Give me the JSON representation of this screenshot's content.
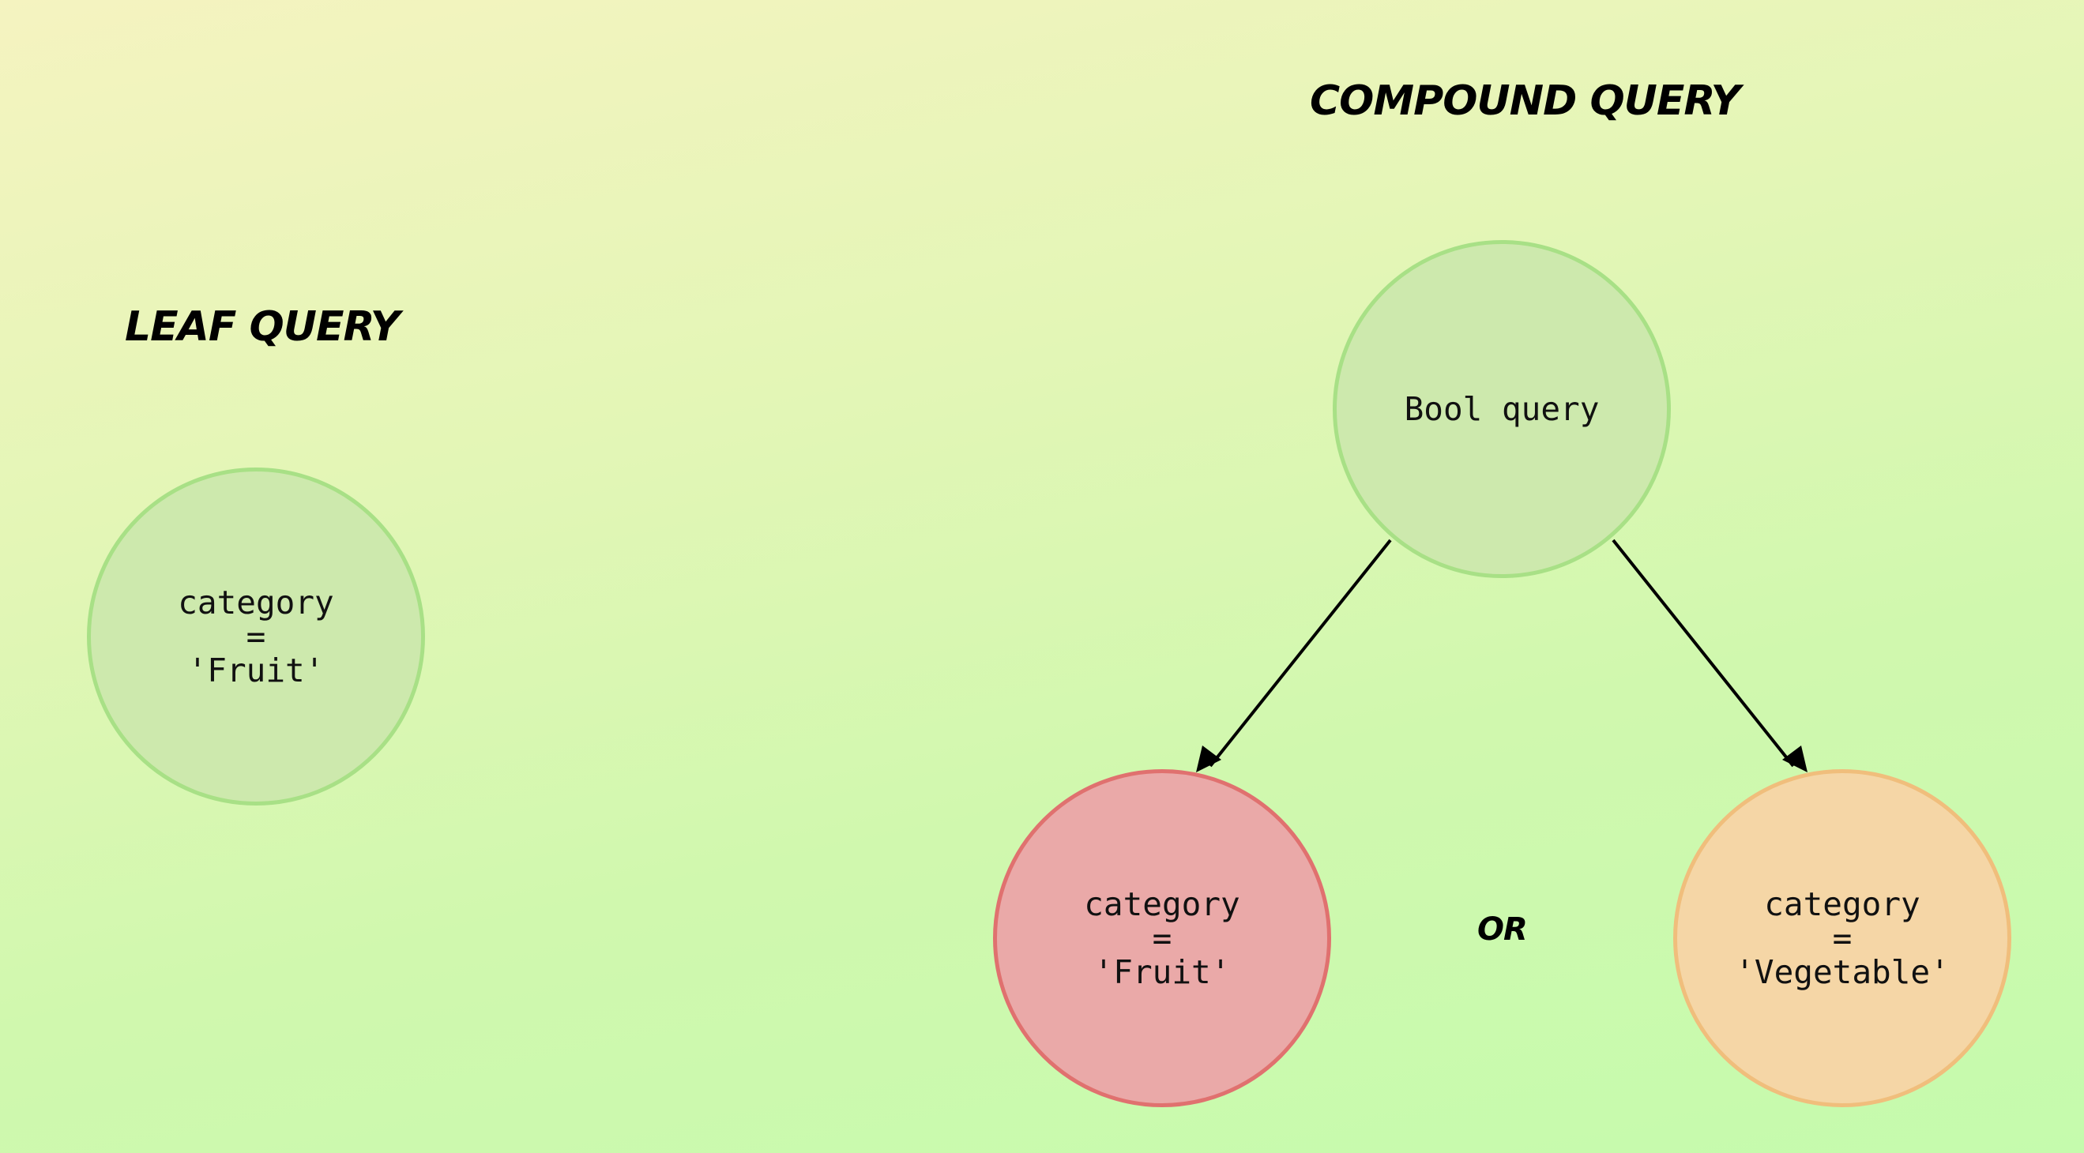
{
  "leaf": {
    "heading": "LEAF QUERY",
    "node": {
      "line1": "category",
      "line2": "=",
      "line3": "'Fruit'"
    }
  },
  "compound": {
    "heading": "COMPOUND QUERY",
    "root": {
      "label": "Bool query"
    },
    "left_child": {
      "line1": "category",
      "line2": "=",
      "line3": "'Fruit'"
    },
    "right_child": {
      "line1": "category",
      "line2": "=",
      "line3": "'Vegetable'"
    },
    "operator": "OR"
  },
  "colors": {
    "node_green_fill": "#cde9ad",
    "node_green_border": "#a8e086",
    "node_red_fill": "#eaa9a8",
    "node_red_border": "#e0716f",
    "node_orange_fill": "#f5d6a6",
    "node_orange_border": "#f0be7c",
    "arrow": "#000000"
  }
}
